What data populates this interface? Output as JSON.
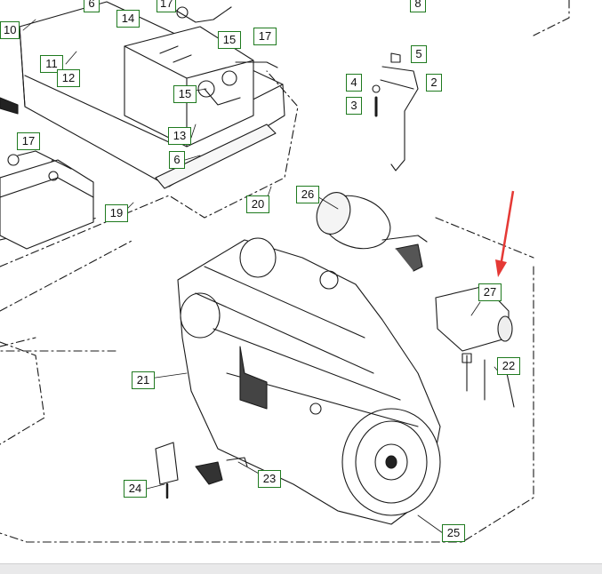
{
  "colors": {
    "callout_border": "#1f7a1f",
    "indicator_arrow": "#e53935",
    "line_art": "#1a1a1a",
    "background": "#ffffff"
  },
  "callouts": [
    {
      "id": "c10",
      "label": "10"
    },
    {
      "id": "c6a",
      "label": "6"
    },
    {
      "id": "c17a",
      "label": "17"
    },
    {
      "id": "c8",
      "label": "8"
    },
    {
      "id": "c14",
      "label": "14"
    },
    {
      "id": "c15a",
      "label": "15"
    },
    {
      "id": "c17b",
      "label": "17"
    },
    {
      "id": "c11",
      "label": "11"
    },
    {
      "id": "c12",
      "label": "12"
    },
    {
      "id": "c5",
      "label": "5"
    },
    {
      "id": "c4",
      "label": "4"
    },
    {
      "id": "c2",
      "label": "2"
    },
    {
      "id": "c3",
      "label": "3"
    },
    {
      "id": "c15b",
      "label": "15"
    },
    {
      "id": "c13",
      "label": "13"
    },
    {
      "id": "c6b",
      "label": "6"
    },
    {
      "id": "c17c",
      "label": "17"
    },
    {
      "id": "c19",
      "label": "19"
    },
    {
      "id": "c20",
      "label": "20"
    },
    {
      "id": "c26",
      "label": "26"
    },
    {
      "id": "c27",
      "label": "27"
    },
    {
      "id": "c22",
      "label": "22"
    },
    {
      "id": "c21",
      "label": "21"
    },
    {
      "id": "c24",
      "label": "24"
    },
    {
      "id": "c23",
      "label": "23"
    },
    {
      "id": "c25",
      "label": "25"
    }
  ]
}
